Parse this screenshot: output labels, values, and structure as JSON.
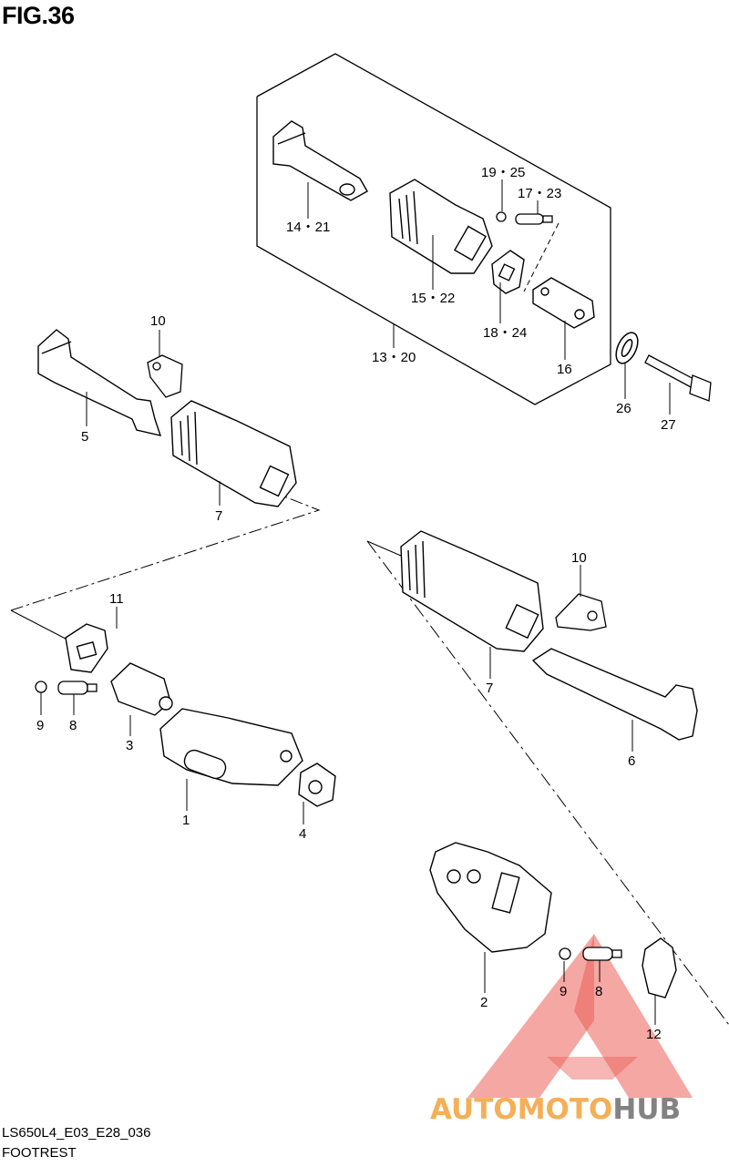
{
  "figure": {
    "title": "FIG.36"
  },
  "footer": {
    "model_code": "LS650L4_E03_E28_036",
    "section_name": "FOOTREST"
  },
  "callouts": {
    "c1": "1",
    "c2": "2",
    "c3": "3",
    "c4": "4",
    "c5": "5",
    "c6": "6",
    "c7a": "7",
    "c7b": "7",
    "c8a": "8",
    "c8b": "8",
    "c9a": "9",
    "c9b": "9",
    "c10a": "10",
    "c10b": "10",
    "c11": "11",
    "c12": "12",
    "c13_20": "13・20",
    "c14_21": "14・21",
    "c15_22": "15・22",
    "c16": "16",
    "c17_23": "17・23",
    "c18_24": "18・24",
    "c19_25": "19・25",
    "c26": "26",
    "c27": "27"
  },
  "watermark": {
    "part1": "AUTOMOTO",
    "part2": "HUB",
    "color_red": "#e8433a",
    "color_orange": "#f3a23a",
    "color_gray": "#6d6d6d"
  }
}
